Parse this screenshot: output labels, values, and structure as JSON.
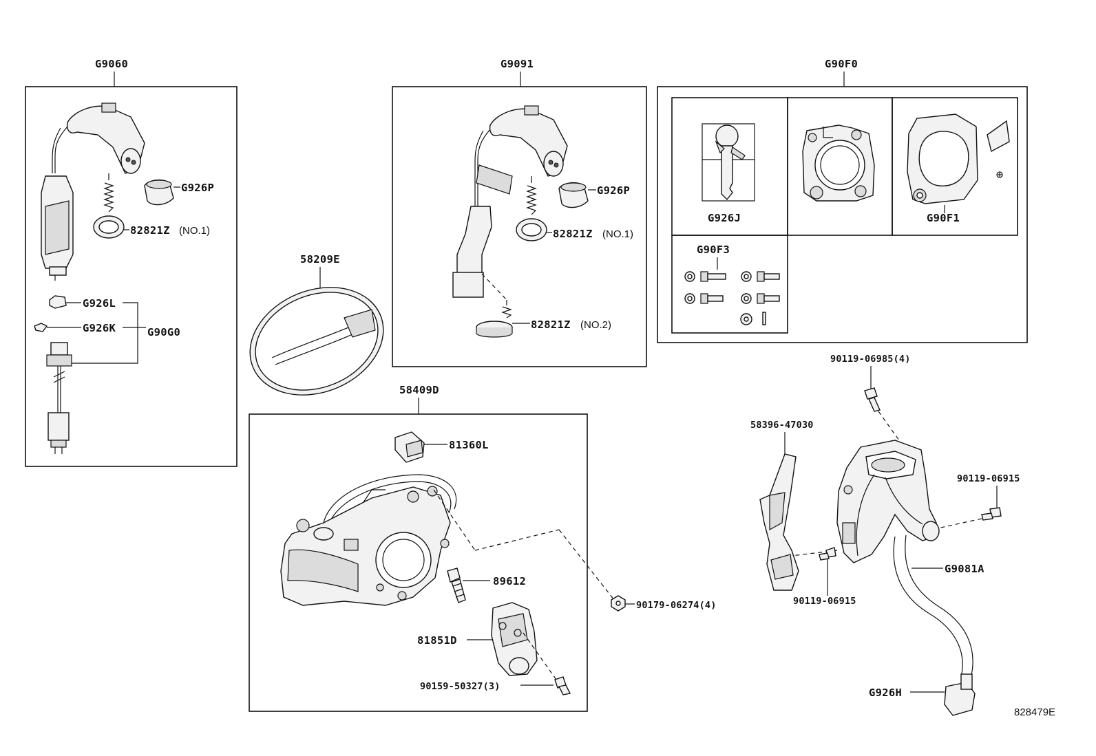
{
  "groups": {
    "g9060": "G9060",
    "g9091": "G9091",
    "g90f0": "G90F0",
    "p58409d": "58409D"
  },
  "parts": {
    "g926p_a": "G926P",
    "p82821z_no1_a": "82821Z",
    "no1_a": "(NO.1)",
    "g926l": "G926L",
    "g926k": "G926K",
    "g90g0": "G90G0",
    "p58209e": "58209E",
    "g926p_b": "G926P",
    "p82821z_no1_b": "82821Z",
    "no1_b": "(NO.1)",
    "p82821z_no2": "82821Z",
    "no2": "(NO.2)",
    "g926j": "G926J",
    "g90f1": "G90F1",
    "g90f3": "G90F3",
    "p90119_06985": "90119-06985(4)",
    "p58396_47030": "58396-47030",
    "p90119_06915_a": "90119-06915",
    "p90119_06915_b": "90119-06915",
    "g9081a": "G9081A",
    "g926h": "G926H",
    "p81360l": "81360L",
    "p89612": "89612",
    "p90179_06274": "90179-06274(4)",
    "p81851d": "81851D",
    "p90159_50327": "90159-50327(3)"
  },
  "diagram_id": "828479E"
}
